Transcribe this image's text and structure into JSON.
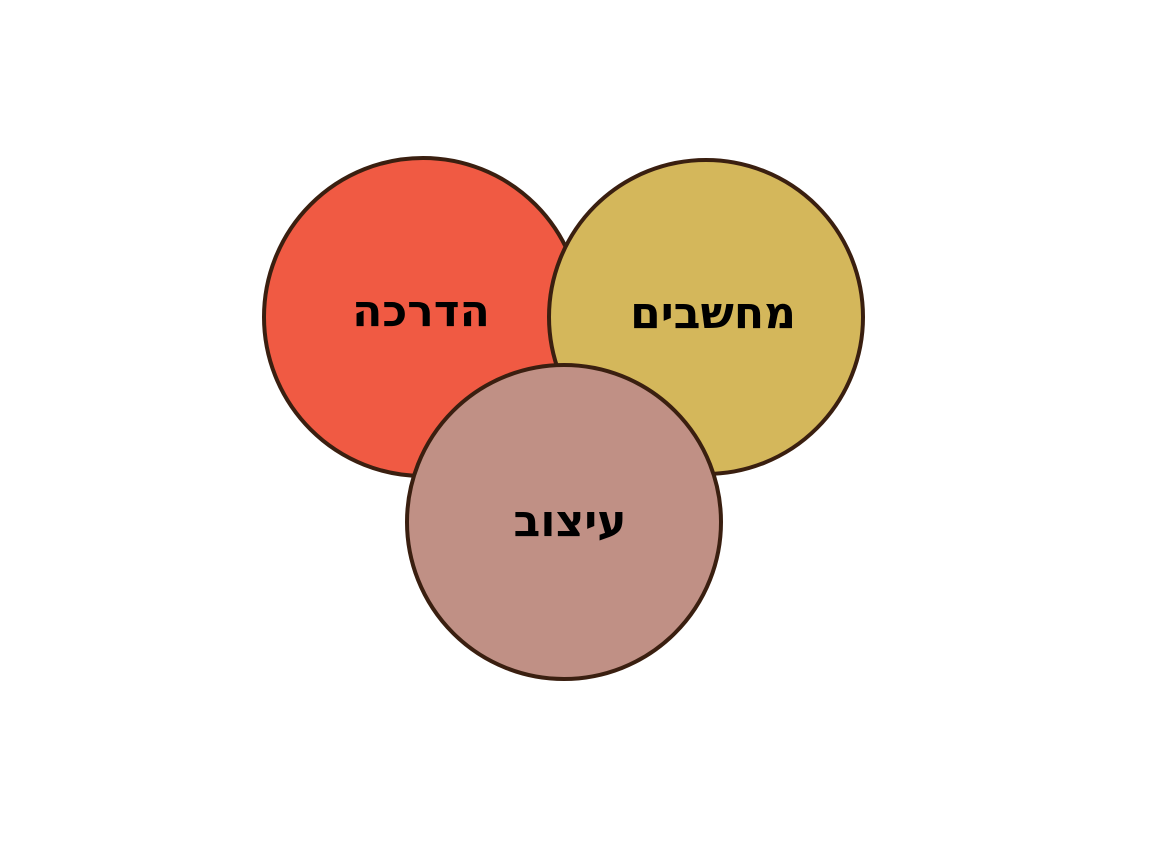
{
  "diagram": {
    "stroke_color": "#3a1f10",
    "circles": [
      {
        "label": "הדרכה",
        "color": "#f05a43"
      },
      {
        "label": "מחשבים",
        "color": "#d4b75b"
      },
      {
        "label": "עיצוב",
        "color": "#c09085"
      }
    ]
  }
}
